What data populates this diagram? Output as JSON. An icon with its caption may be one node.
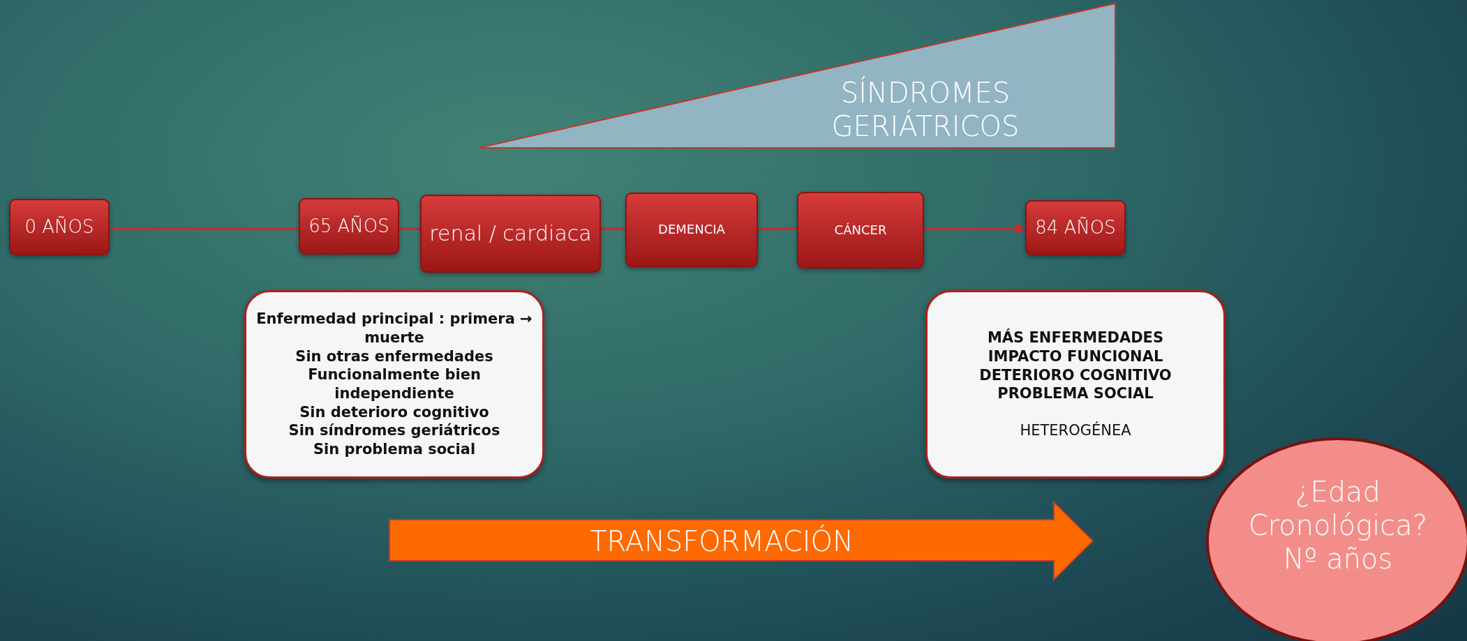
{
  "diagram": {
    "nodes": [
      {
        "text": [
          "SÍNDROMES GERIÁTRICOS"
        ]
      },
      {
        "text": [
          "0 AÑOS"
        ]
      },
      {
        "text": [
          "65 AÑOS"
        ]
      },
      {
        "text": [
          "renal / cardiaca"
        ]
      },
      {
        "text": [
          "DEMENCIA"
        ]
      },
      {
        "text": [
          "CÁNCER"
        ]
      },
      {
        "text": [
          "84 AÑOS"
        ]
      },
      {
        "text": [
          "Enfermedad principal : primera → muerte",
          "Sin otras enfermedades",
          "Funcionalmente bien independiente",
          "Sin deterioro cognitivo",
          "Sin síndromes geriátricos",
          "Sin problema social"
        ]
      },
      {
        "text": [
          "MÁS ENFERMEDADES",
          "IMPACTO FUNCIONAL",
          "DETERIORO COGNITIVO",
          "PROBLEMA SOCIAL",
          "HETEROGÉNEA"
        ]
      },
      {
        "text": [
          "TRANSFORMACIÓN"
        ]
      },
      {
        "text": [
          "¿Edad Cronológica? Nº años"
        ]
      }
    ],
    "edges": [
      {
        "from": 1,
        "to": 2,
        "arrow": "none"
      },
      {
        "from": 2,
        "to": 3,
        "arrow": "none"
      },
      {
        "from": 3,
        "to": 4,
        "arrow": "none"
      },
      {
        "from": 4,
        "to": 5,
        "arrow": "none"
      },
      {
        "from": 5,
        "to": 6,
        "arrow": "to"
      }
    ]
  }
}
